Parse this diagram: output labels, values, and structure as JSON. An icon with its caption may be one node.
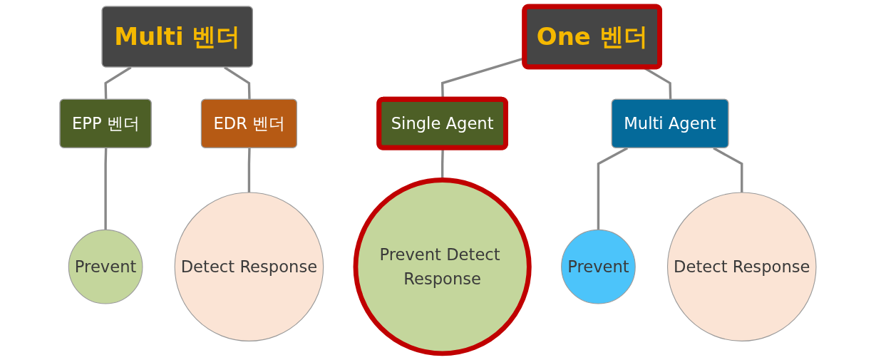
{
  "diagram": {
    "nodes": [
      {
        "text": [
          "Multi 벤더"
        ]
      },
      {
        "text": [
          "EPP 벤더"
        ]
      },
      {
        "text": [
          "EDR 벤더"
        ]
      },
      {
        "text": [
          "Prevent"
        ]
      },
      {
        "text": [
          "Detect Response"
        ]
      },
      {
        "text": [
          "One 벤더"
        ]
      },
      {
        "text": [
          "Single Agent"
        ]
      },
      {
        "text": [
          "Multi Agent"
        ]
      },
      {
        "text": [
          "Prevent Detect Response"
        ]
      },
      {
        "text": [
          "Prevent"
        ]
      },
      {
        "text": [
          "Detect Response"
        ]
      }
    ],
    "edges": [
      {
        "from": 0,
        "to": 1,
        "arrow": "none"
      },
      {
        "from": 0,
        "to": 2,
        "arrow": "none"
      },
      {
        "from": 1,
        "to": 3,
        "arrow": "none"
      },
      {
        "from": 2,
        "to": 4,
        "arrow": "none"
      },
      {
        "from": 5,
        "to": 6,
        "arrow": "none"
      },
      {
        "from": 5,
        "to": 7,
        "arrow": "none"
      },
      {
        "from": 6,
        "to": 8,
        "arrow": "none"
      },
      {
        "from": 7,
        "to": 9,
        "arrow": "none"
      },
      {
        "from": 7,
        "to": 10,
        "arrow": "none"
      }
    ]
  }
}
